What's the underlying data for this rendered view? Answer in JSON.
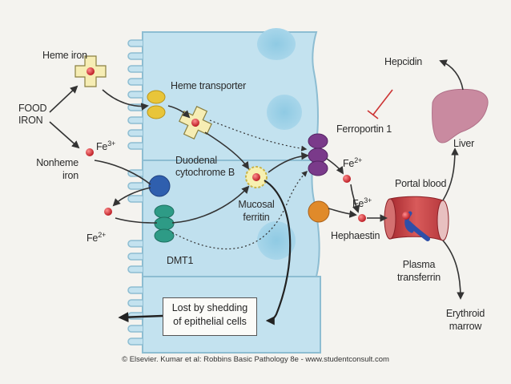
{
  "labels": {
    "heme_iron": "Heme iron",
    "food_iron_1": "FOOD",
    "food_iron_2": "IRON",
    "nonheme_1": "Nonheme",
    "nonheme_2": "iron",
    "fe3_left": "Fe",
    "fe3_left_sup": "3+",
    "fe2_left": "Fe",
    "fe2_left_sup": "2+",
    "heme_transporter": "Heme transporter",
    "duodenal_1": "Duodenal",
    "duodenal_2": "cytochrome B",
    "mucosal_1": "Mucosal",
    "mucosal_2": "ferritin",
    "dmt1": "DMT1",
    "ferroportin": "Ferroportin 1",
    "fe2_right": "Fe",
    "fe2_right_sup": "2+",
    "fe3_right": "Fe",
    "fe3_right_sup": "3+",
    "hephaestin": "Hephaestin",
    "hepcidin": "Hepcidin",
    "liver": "Liver",
    "portal_blood": "Portal blood",
    "plasma_1": "Plasma",
    "plasma_2": "transferrin",
    "erythroid_1": "Erythroid",
    "erythroid_2": "marrow",
    "lost_1": "Lost by shedding",
    "lost_2": "of epithelial cells"
  },
  "credit": "© Elsevier. Kumar et al: Robbins Basic Pathology 8e - www.studentconsult.com",
  "colors": {
    "cell_fill": "#bfe0ee",
    "cell_stroke": "#7fb3cb",
    "iron_red": "#c8282f",
    "heme_cross": "#f6edb4",
    "heme_transporter": "#e8c53a",
    "cytochrome_b": "#2f5fae",
    "dmt1": "#2e9b86",
    "ferroportin": "#7a3a8a",
    "hephaestin": "#e08a2a",
    "liver": "#c98aa0",
    "portal_blood": "#c94a4a",
    "hepcidin_block": "#cc3333"
  }
}
